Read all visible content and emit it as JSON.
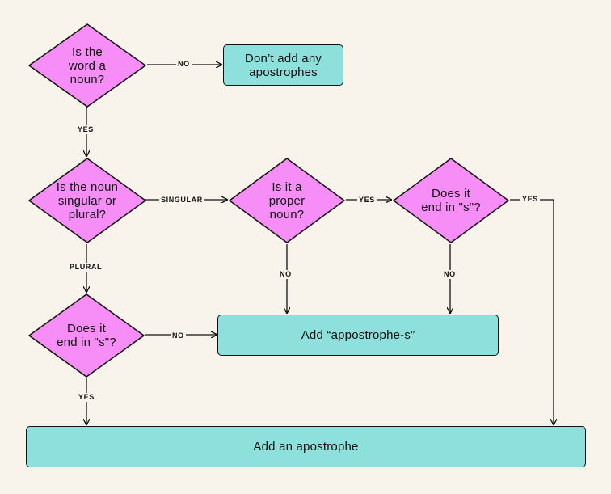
{
  "nodes": {
    "is_noun": "Is the\nword a\nnoun?",
    "dont_add": "Don’t add any\napostrophes",
    "singular_plural": "Is the noun\nsingular or\nplural?",
    "proper_noun": "Is it a\nproper\nnoun?",
    "ends_s_singular": "Does it\nend in \"s\"?",
    "ends_s_plural": "Does it\nend in \"s\"?",
    "add_apostrophe_s": "Add “appostrophe-s”",
    "add_apostrophe": "Add an apostrophe"
  },
  "edge_labels": {
    "noun_no": "NO",
    "noun_yes": "YES",
    "singular": "SINGULAR",
    "plural": "PLURAL",
    "proper_yes": "YES",
    "proper_no": "NO",
    "ends_singular_yes": "YES",
    "ends_singular_no": "NO",
    "ends_plural_no": "NO",
    "ends_plural_yes": "YES"
  },
  "colors": {
    "diamond_fill": "#f78ef8",
    "box_fill": "#8ee0dc",
    "background": "#f8f4ec",
    "stroke": "#111111"
  }
}
